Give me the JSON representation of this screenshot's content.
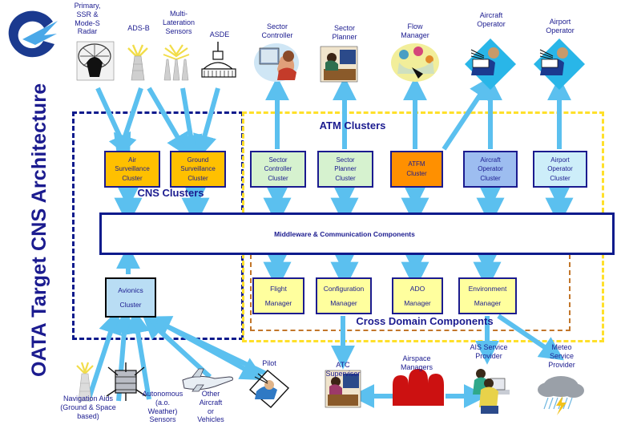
{
  "page": {
    "title": "OATA Target CNS Architecture",
    "logo_name": "eurocontrol-logo"
  },
  "colors": {
    "title_navy": "#1b1b8f",
    "cns_boundary": "#0d1a8c",
    "atm_boundary": "#ffe02a",
    "cross_domain_boundary": "#c2762a",
    "arrow": "#5bc0ef",
    "surveillance_cluster": "#ffc000",
    "sector_cluster": "#d6f2cf",
    "atfm_cluster": "#ff9000",
    "aircraft_operator_cluster": "#9dbdf0",
    "airport_operator_cluster": "#cdeef9",
    "manager_box": "#ffff9e",
    "avionics_cluster": "#b9ddf4"
  },
  "regions": {
    "cns": "CNS\nClusters",
    "cns_line1": "CNS",
    "cns_line2": "Clusters",
    "atm": "ATM Clusters",
    "middleware": "Middleware  & Communication Components",
    "cross_domain_line1": "Cross Domain",
    "cross_domain_line2": "Components"
  },
  "top_icons": [
    {
      "id": "primary-ssr-mode-s-radar",
      "icon": "radar-tower-icon",
      "lines": [
        "Primary,",
        "SSR &",
        "Mode-S",
        "Radar"
      ]
    },
    {
      "id": "ads-b",
      "icon": "antenna-mast-icon",
      "lines": [
        "ADS-B"
      ]
    },
    {
      "id": "multi-lateration-sensors",
      "icon": "multi-antenna-icon",
      "lines": [
        "Multi-",
        "Lateration",
        "Sensors"
      ]
    },
    {
      "id": "asde",
      "icon": "airport-tower-icon",
      "lines": [
        "ASDE"
      ]
    },
    {
      "id": "sector-controller",
      "icon": "controller-workstation-icon",
      "lines": [
        "Sector",
        "Controller"
      ]
    },
    {
      "id": "sector-planner",
      "icon": "planner-desk-icon",
      "lines": [
        "Sector",
        "Planner"
      ]
    },
    {
      "id": "flow-manager",
      "icon": "flow-team-icon",
      "lines": [
        "Flow",
        "Manager"
      ]
    },
    {
      "id": "aircraft-operator",
      "icon": "operator-diamond-icon",
      "lines": [
        "Aircraft",
        "Operator"
      ]
    },
    {
      "id": "airport-operator",
      "icon": "operator-diamond-icon",
      "lines": [
        "Airport",
        "Operator"
      ]
    }
  ],
  "clusters": [
    {
      "id": "air-surveillance-cluster",
      "lines": [
        "Air",
        "Surveillance",
        "Cluster"
      ]
    },
    {
      "id": "ground-surveillance-cluster",
      "lines": [
        "Ground",
        "Surveillance",
        "Cluster"
      ]
    },
    {
      "id": "sector-controller-cluster",
      "lines": [
        "Sector",
        "Controller",
        "Cluster"
      ]
    },
    {
      "id": "sector-planner-cluster",
      "lines": [
        "Sector",
        "Planner",
        "Cluster"
      ]
    },
    {
      "id": "atfm-cluster",
      "lines": [
        "ATFM",
        "Cluster"
      ]
    },
    {
      "id": "aircraft-operator-cluster",
      "lines": [
        "Aircraft",
        "Operator",
        "Cluster"
      ]
    },
    {
      "id": "airport-operator-cluster",
      "lines": [
        "Airport",
        "Operator",
        "Cluster"
      ]
    }
  ],
  "components": [
    {
      "id": "avionics-cluster",
      "lines": [
        "Avionics",
        "Cluster"
      ]
    },
    {
      "id": "flight-manager",
      "lines": [
        "Flight",
        "Manager"
      ]
    },
    {
      "id": "configuration-manager",
      "lines": [
        "Configuration",
        "Manager"
      ]
    },
    {
      "id": "ado-manager",
      "lines": [
        "ADO",
        "Manager"
      ]
    },
    {
      "id": "environment-manager",
      "lines": [
        "Environment",
        "Manager"
      ]
    }
  ],
  "bottom_icons": [
    {
      "id": "navigation-aids",
      "icon": "nav-aid-antenna-icon",
      "lines": [
        "Navigation Aids",
        "(Ground & Space",
        "based)"
      ]
    },
    {
      "id": "autonomous-sensors",
      "icon": "satellite-icon",
      "lines": [
        "Autonomous",
        "(a.o.",
        "Weather)",
        "Sensors"
      ]
    },
    {
      "id": "other-aircraft-or-vehicles",
      "icon": "airplane-icon",
      "lines": [
        "Other",
        "Aircraft",
        "or",
        "Vehicles"
      ]
    },
    {
      "id": "pilot",
      "icon": "pilot-cockpit-icon",
      "lines": [
        "Pilot"
      ]
    },
    {
      "id": "atc-supervisor",
      "icon": "supervisor-desk-icon",
      "lines": [
        "ATC",
        "Supervisor"
      ]
    },
    {
      "id": "airspace-managers",
      "icon": "people-group-icon",
      "lines": [
        "Airspace",
        "Managers"
      ]
    },
    {
      "id": "ais-service-provider",
      "icon": "service-desk-icon",
      "lines": [
        "AIS Service",
        "Provider"
      ]
    },
    {
      "id": "meteo-service-provider",
      "icon": "storm-cloud-icon",
      "lines": [
        "Meteo",
        "Service",
        "Provider"
      ]
    }
  ]
}
